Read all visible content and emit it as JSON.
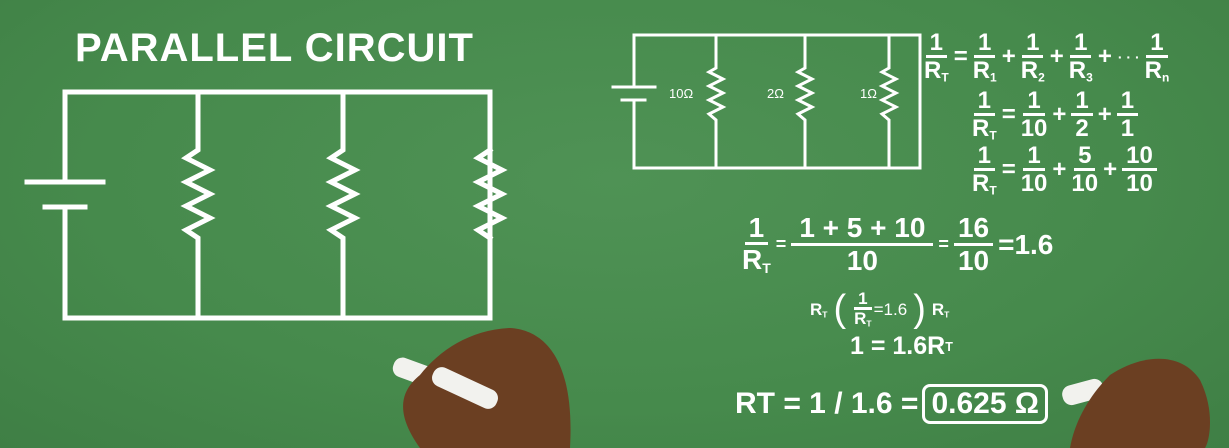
{
  "left": {
    "title": "PARALLEL CIRCUIT"
  },
  "right": {
    "resistor_labels": [
      "10Ω",
      "2Ω",
      "1Ω"
    ],
    "general": {
      "lhs_num": "1",
      "lhs_den": "R",
      "lhs_sub": "T",
      "eq": "=",
      "plus": "+",
      "dots": "· · ·",
      "terms": [
        {
          "n": "1",
          "d": "R",
          "s": "1"
        },
        {
          "n": "1",
          "d": "R",
          "s": "2"
        },
        {
          "n": "1",
          "d": "R",
          "s": "3"
        },
        {
          "n": "1",
          "d": "R",
          "s": "n"
        }
      ]
    },
    "step1": {
      "terms": [
        {
          "n": "1",
          "d": "10"
        },
        {
          "n": "1",
          "d": "2"
        },
        {
          "n": "1",
          "d": "1"
        }
      ]
    },
    "step2": {
      "terms": [
        {
          "n": "1",
          "d": "10"
        },
        {
          "n": "5",
          "d": "10"
        },
        {
          "n": "10",
          "d": "10"
        }
      ]
    },
    "step3": {
      "sum_num": "1 + 5 + 10",
      "sum_den": "10",
      "f_num": "16",
      "f_den": "10",
      "result": "=1.6"
    },
    "step4": {
      "rt": "R",
      "sub": "T",
      "open": "(",
      "close": ")",
      "inner": "=1.6"
    },
    "step5": {
      "text": "1 = 1.6R",
      "sub": "T"
    },
    "final": {
      "text": "RT = 1 / 1.6 =",
      "answer": "0.625 Ω"
    }
  }
}
